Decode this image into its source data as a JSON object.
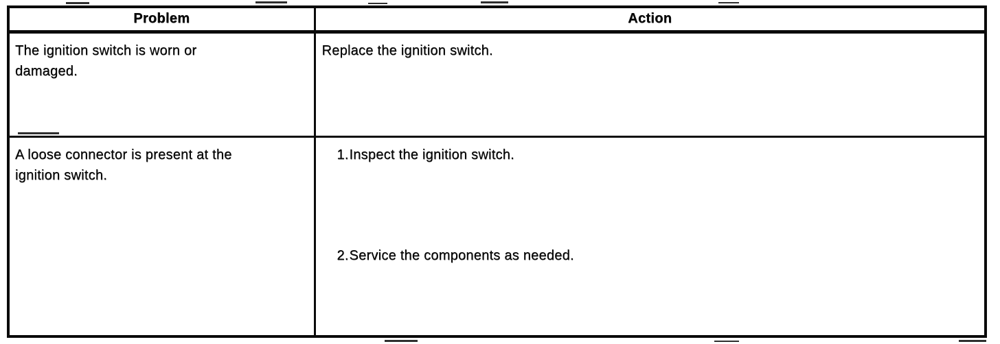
{
  "page": {
    "background": "#ffffff",
    "ink_color": "#0a0a0a"
  },
  "table": {
    "columns": [
      {
        "label": "Problem"
      },
      {
        "label": "Action"
      }
    ],
    "rows": [
      {
        "problem": "The ignition switch is worn or damaged.",
        "action": "Replace the ignition switch."
      },
      {
        "problem": "A loose connector is present at the ignition switch.",
        "steps": [
          {
            "num": "1.",
            "text": "Inspect the ignition switch."
          },
          {
            "num": "2.",
            "text": "Service the components as needed."
          }
        ]
      }
    ]
  }
}
